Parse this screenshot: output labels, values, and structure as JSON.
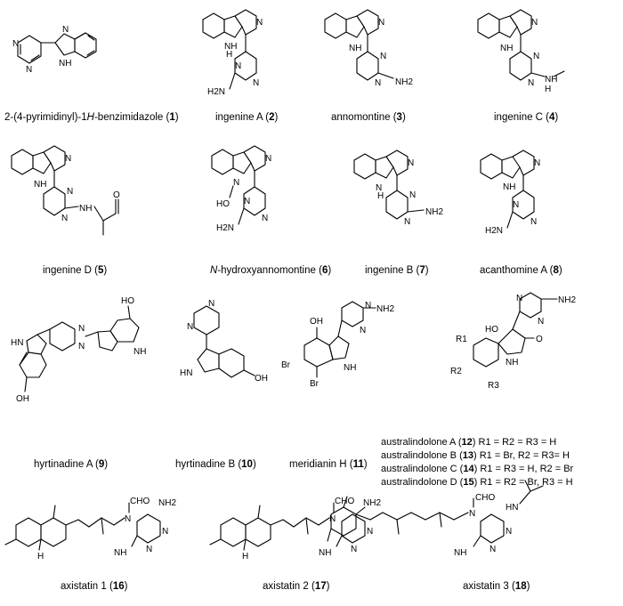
{
  "compounds": [
    {
      "caption": "2-(4-pyrimidinyl)-1",
      "italic": "H",
      "rest": "-benzimidazole",
      "num": "1"
    },
    {
      "caption": "ingenine A",
      "num": "2"
    },
    {
      "caption": "annomontine",
      "num": "3"
    },
    {
      "caption": "ingenine C",
      "num": "4"
    },
    {
      "caption": "ingenine D",
      "num": "5"
    },
    {
      "italic": "N",
      "caption": "-hydroxyannomontine",
      "num": "6"
    },
    {
      "caption": "ingenine B",
      "num": "7"
    },
    {
      "caption": "acanthomine A",
      "num": "8"
    },
    {
      "caption": "hyrtinadine A",
      "num": "9"
    },
    {
      "caption": "hyrtinadine B",
      "num": "10"
    },
    {
      "caption": "meridianin H",
      "num": "11"
    },
    {
      "caption": "axistatin 1",
      "num": "16"
    },
    {
      "caption": "axistatin 2",
      "num": "17"
    },
    {
      "caption": "axistatin 3",
      "num": "18"
    }
  ],
  "australindolones": [
    {
      "name": "australindolone A",
      "num": "12",
      "subst": "R1 = R2 = R3 = H"
    },
    {
      "name": "australindolone B",
      "num": "13",
      "subst": "R1 = Br, R2 = R3= H"
    },
    {
      "name": "australindolone C",
      "num": "14",
      "subst": "R1 = R3 = H, R2 = Br"
    },
    {
      "name": "australindolone D",
      "num": "15",
      "subst": "R1 = R2 = Br, R3 = H"
    }
  ],
  "atom_labels": {
    "N": "N",
    "NH": "NH",
    "HN": "HN",
    "H": "H",
    "H2N": "H2N",
    "NH2": "NH2",
    "HO": "HO",
    "OH": "OH",
    "O": "O",
    "Br": "Br",
    "CHO": "CHO",
    "R1": "R1",
    "R2": "R2",
    "R3": "R3"
  }
}
